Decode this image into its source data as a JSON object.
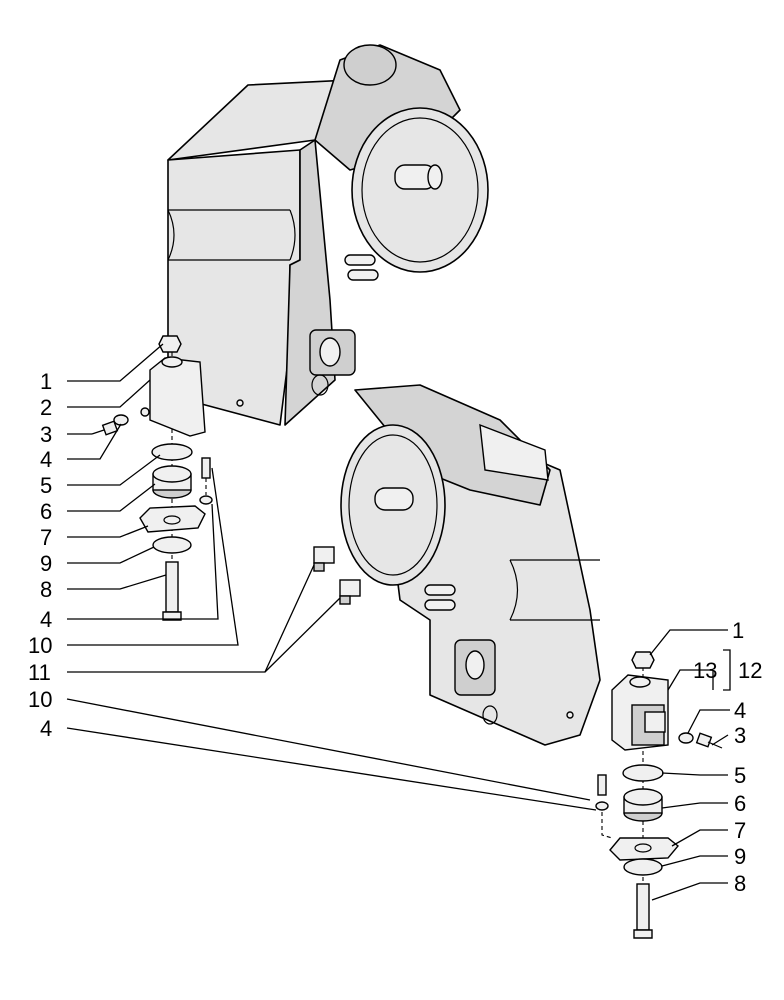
{
  "callouts_left": {
    "c1": "1",
    "c2": "2",
    "c3": "3",
    "c4a": "4",
    "c5": "5",
    "c6": "6",
    "c7": "7",
    "c9": "9",
    "c8": "8",
    "c4b": "4",
    "c10a": "10",
    "c11": "11",
    "c10b": "10",
    "c4c": "4"
  },
  "callouts_right": {
    "c1": "1",
    "c13": "13",
    "c12": "12",
    "c4": "4",
    "c3": "3",
    "c5": "5",
    "c6": "6",
    "c7": "7",
    "c9": "9",
    "c8": "8"
  }
}
